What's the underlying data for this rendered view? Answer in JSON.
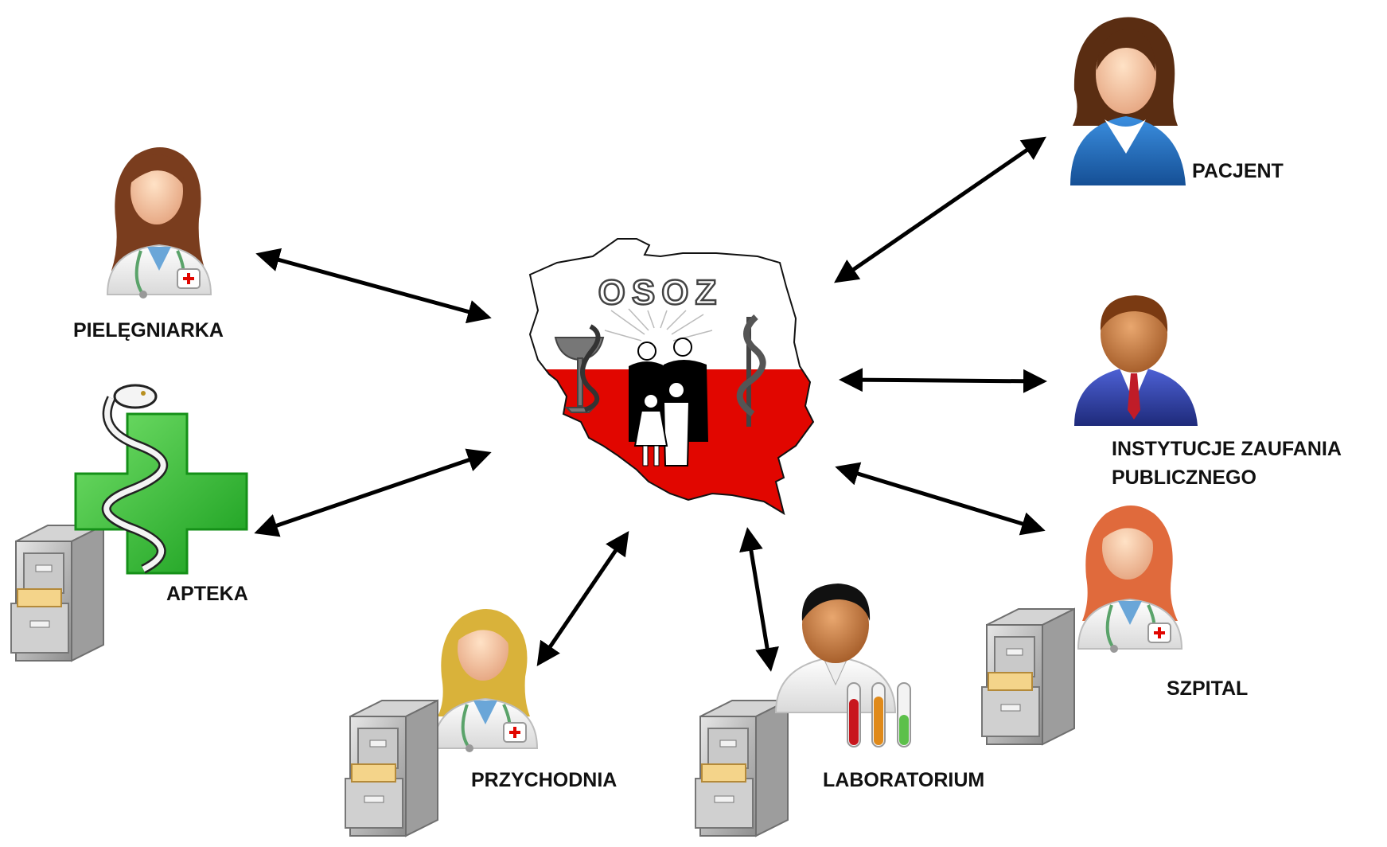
{
  "center": {
    "logo_text": "OSOZ",
    "colors": {
      "red": "#e10600",
      "white": "#ffffff",
      "outline": "#111111"
    }
  },
  "nodes": {
    "pielegniarka": {
      "label": "PIELĘGNIARKA",
      "icon": "nurse-icon"
    },
    "apteka": {
      "label": "APTEKA",
      "icon": "pharmacy-cross-icon"
    },
    "przychodnia": {
      "label": "PRZYCHODNIA",
      "icon": "clinic-doctor-icon"
    },
    "laboratorium": {
      "label": "LABORATORIUM",
      "icon": "lab-technician-icon"
    },
    "szpital": {
      "label": "SZPITAL",
      "icon": "hospital-doctor-icon"
    },
    "instytucje": {
      "label_line1": "INSTYTUCJE ZAUFANIA",
      "label_line2": "PUBLICZNEGO",
      "icon": "official-icon"
    },
    "pacjent": {
      "label": "PACJENT",
      "icon": "patient-icon"
    }
  },
  "palette": {
    "cross_green": "#2fb52f",
    "cabinet_gray": "#b8b8b8",
    "suit_blue": "#2f3f9a",
    "shirt_blue": "#1e6fc0"
  }
}
